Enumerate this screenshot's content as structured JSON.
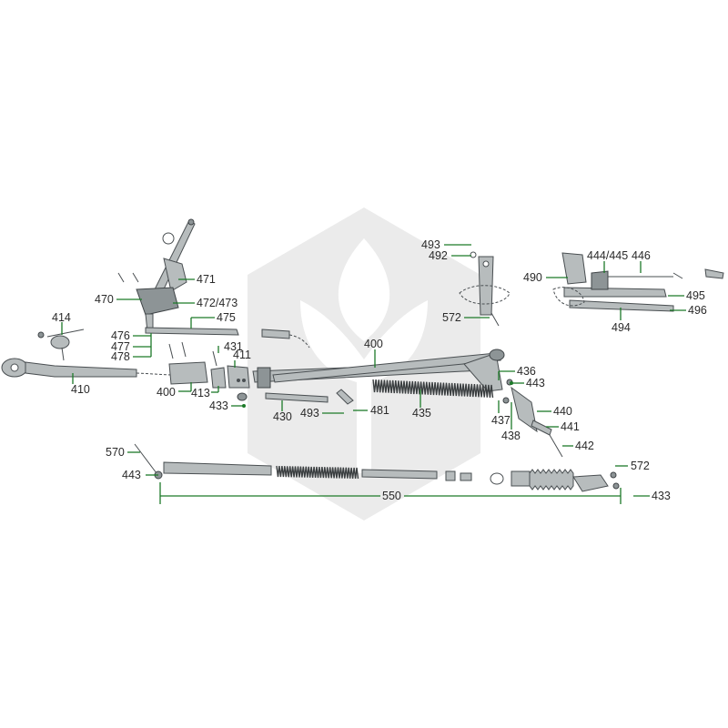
{
  "watermark_color": "#ebebeb",
  "lead_color": "#1c7a28",
  "callouts": {
    "c414": "414",
    "c410": "410",
    "c470": "470",
    "c471": "471",
    "c472": "472/473",
    "c475": "475",
    "c476": "476",
    "c477": "477",
    "c478": "478",
    "c400a": "400",
    "c413": "413",
    "c431": "431",
    "c411": "411",
    "c433a": "433",
    "c430": "430",
    "c493a": "493",
    "c481": "481",
    "c400b": "400",
    "c435": "435",
    "c436": "436",
    "c443a": "443",
    "c437": "437",
    "c438": "438",
    "c440": "440",
    "c441": "441",
    "c442": "442",
    "c493b": "493",
    "c492": "492",
    "c572a": "572",
    "c490": "490",
    "c444": "444/445",
    "c446": "446",
    "c495": "495",
    "c496": "496",
    "c494": "494",
    "c570": "570",
    "c443b": "443",
    "c550": "550",
    "c572b": "572",
    "c433b": "433"
  }
}
